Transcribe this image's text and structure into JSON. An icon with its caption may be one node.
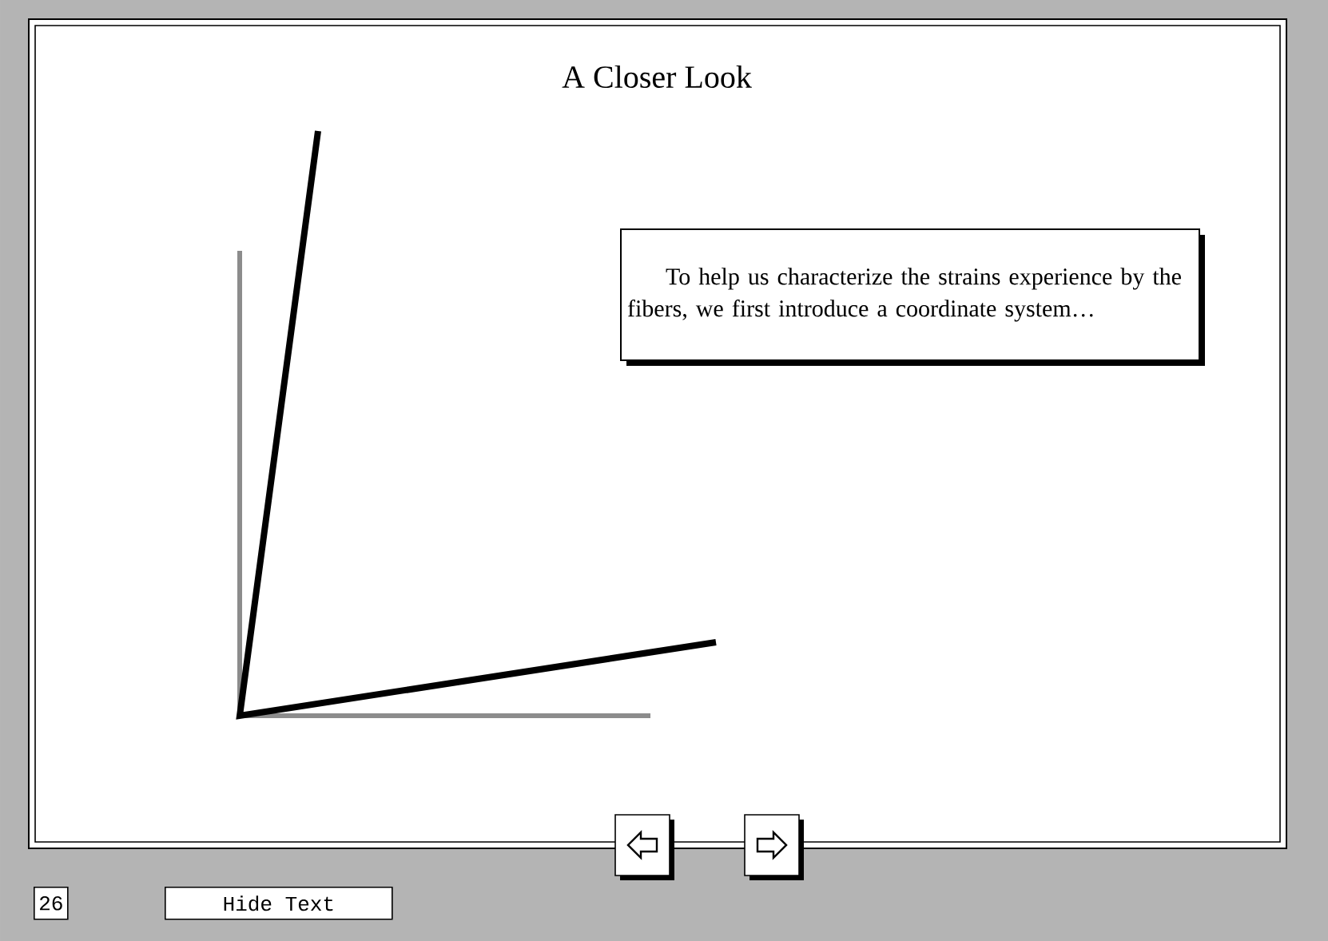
{
  "diagram": {
    "title": "A Closer Look",
    "nodes": [
      {
        "text": [
          "To help us characterize the strains experience by the fibers, we first introduce a coordinate system…"
        ]
      },
      {
        "text": [
          "26"
        ]
      },
      {
        "text": [
          "Hide Text"
        ]
      }
    ]
  }
}
